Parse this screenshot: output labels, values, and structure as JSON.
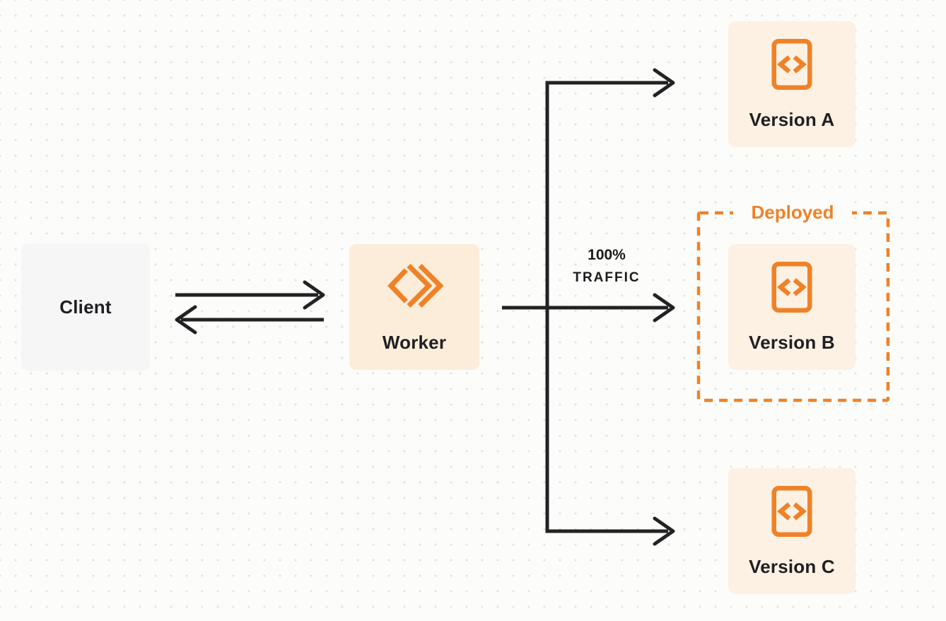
{
  "page": {
    "type": "architecture-diagram",
    "background": "#fcfcfb",
    "dot_grid_color": "#e3e3e3"
  },
  "colors": {
    "accent_orange": "#ee8229",
    "client_fill": "#f6f6f7",
    "worker_fill": "#fcedda",
    "version_fill": "#fdf1e3",
    "arrow_dark": "#222222",
    "text_dark": "#1f1f23"
  },
  "nodes": {
    "client": {
      "label": "Client"
    },
    "worker": {
      "label": "Worker",
      "icon": "cloudflare-workers-icon"
    },
    "version_a": {
      "label": "Version A",
      "icon": "code-file-icon"
    },
    "version_b": {
      "label": "Version B",
      "icon": "code-file-icon"
    },
    "version_c": {
      "label": "Version C",
      "icon": "code-file-icon"
    }
  },
  "annotations": {
    "deployed": {
      "label": "Deployed"
    },
    "traffic": {
      "line1": "100%",
      "line2": "TRAFFIC"
    }
  },
  "edges": [
    {
      "from": "client",
      "to": "worker",
      "direction": "right"
    },
    {
      "from": "worker",
      "to": "client",
      "direction": "left"
    },
    {
      "from": "worker",
      "to": "version_a",
      "label": ""
    },
    {
      "from": "worker",
      "to": "version_b",
      "label": "100% TRAFFIC"
    },
    {
      "from": "worker",
      "to": "version_c",
      "label": ""
    }
  ]
}
